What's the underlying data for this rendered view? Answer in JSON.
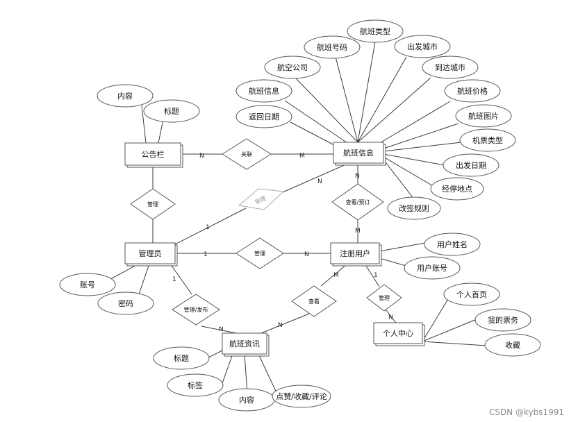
{
  "entities": {
    "bulletin": "公告栏",
    "flight": "航班信息",
    "admin": "管理员",
    "user": "注册用户",
    "news": "航班资讯",
    "center": "个人中心"
  },
  "attributes": {
    "bulletin_content": "内容",
    "bulletin_title": "标题",
    "flight_type": "航班类型",
    "flight_number": "航班号码",
    "departure_city": "出发城市",
    "airline": "航空公司",
    "arrival_city": "到达城市",
    "flight_info": "航班信息",
    "flight_price": "航班价格",
    "return_date": "返回日期",
    "flight_image": "航班图片",
    "ticket_type": "机票类型",
    "departure_date": "出发日期",
    "stopover": "经停地点",
    "change_rules": "改签规则",
    "user_name": "用户姓名",
    "user_account": "用户账号",
    "admin_account": "账号",
    "admin_password": "密码",
    "home_page": "个人首页",
    "my_tickets": "我的票务",
    "favorites": "收藏",
    "news_title": "标题",
    "news_tags": "标签",
    "news_content": "内容",
    "news_actions": "点赞/收藏/评论"
  },
  "relationships": {
    "relate": "关联",
    "manage_bulletin": "管理",
    "manage_flight": "管理",
    "view_book": "查看/预订",
    "manage_user": "管理",
    "manage_publish": "管理/发布",
    "view_news": "查看",
    "manage_center": "管理"
  },
  "cardinalities": {
    "bulletin_relate": "N",
    "relate_flight": "M",
    "flight_manage": "N",
    "manage_admin": "1",
    "flight_view": "N",
    "view_user": "M",
    "admin_manage": "1",
    "manage_user": "N",
    "admin_publish": "1",
    "publish_news": "N",
    "news_view": "N",
    "view_user2": "M",
    "user_center": "1",
    "center_manage": "N"
  },
  "watermark": "CSDN @kybs1991"
}
